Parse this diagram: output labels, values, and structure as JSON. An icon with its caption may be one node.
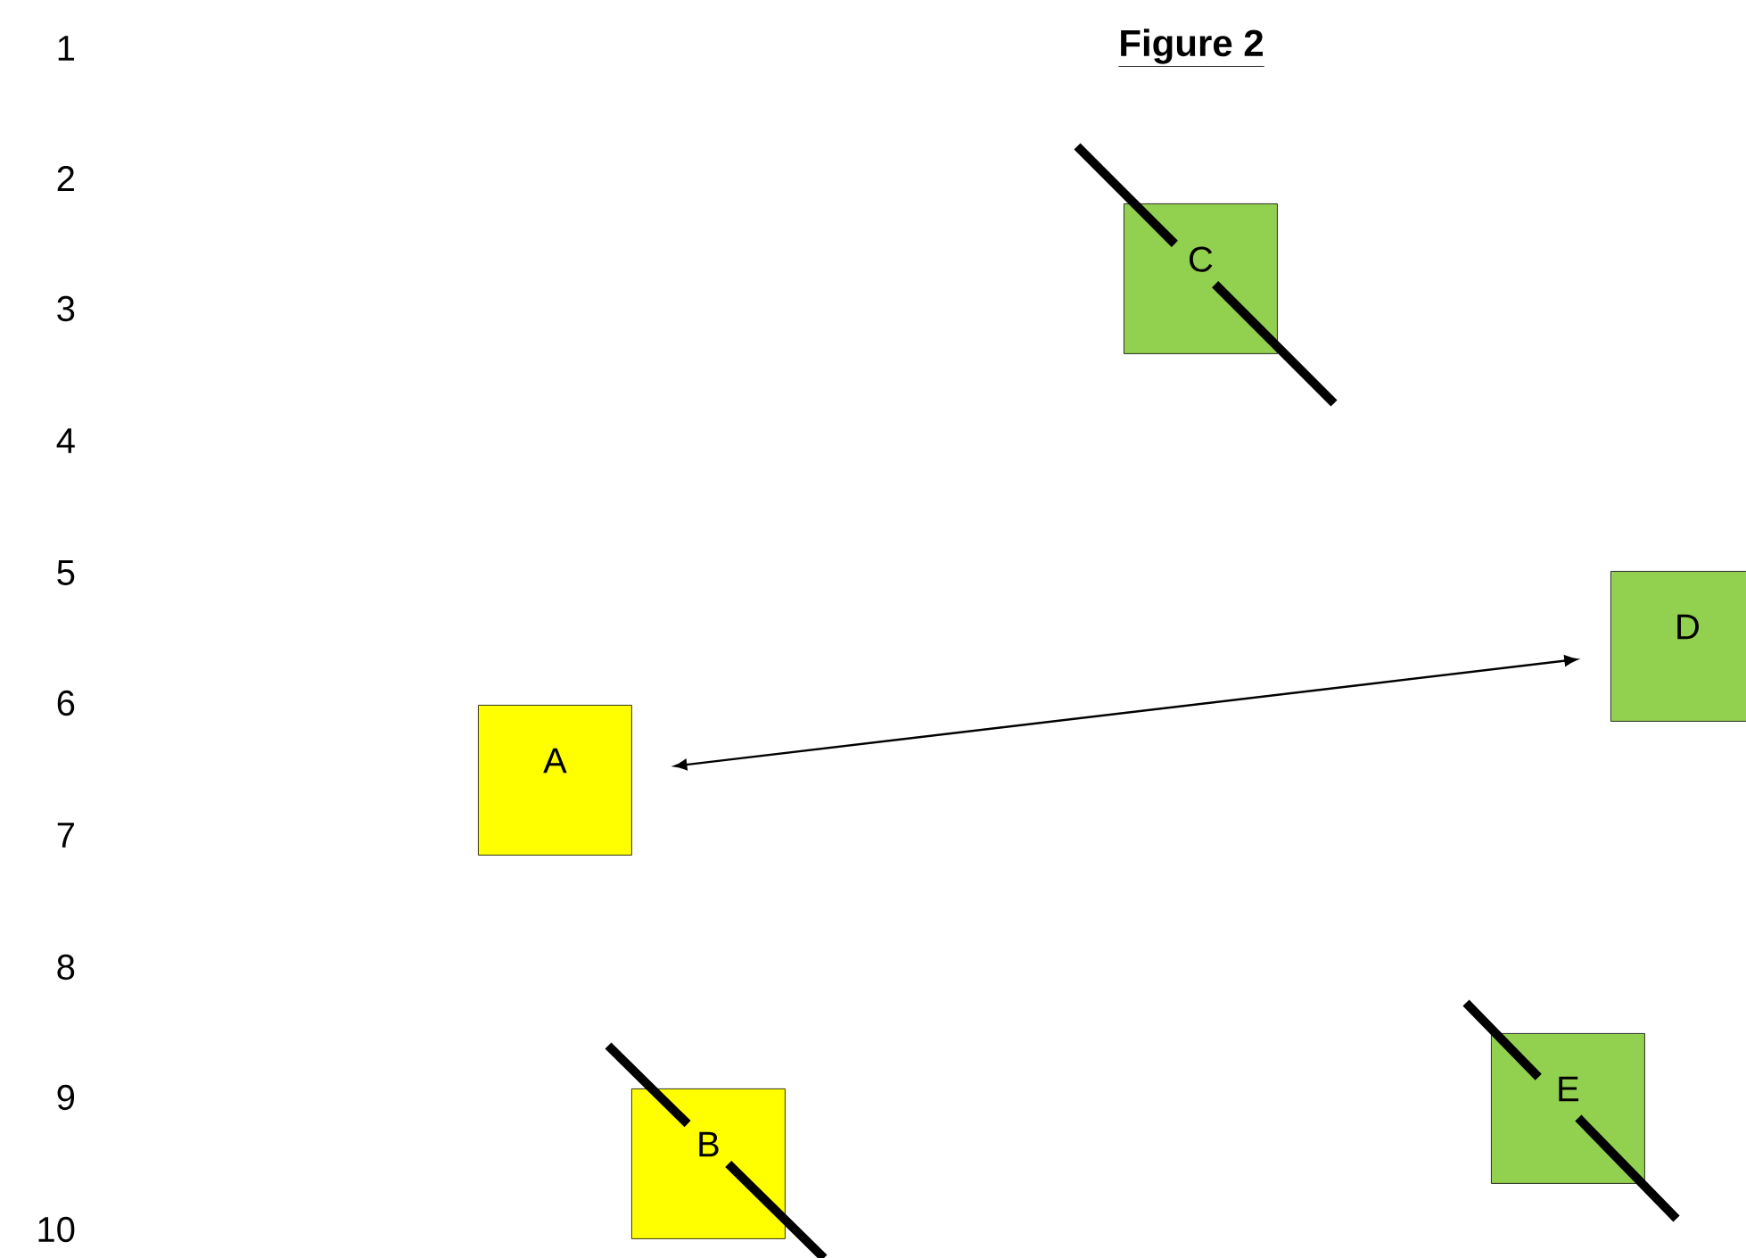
{
  "diagram": {
    "title": "Figure 2",
    "nodes": [
      {
        "text": [
          "C"
        ]
      },
      {
        "text": [
          "D"
        ]
      },
      {
        "text": [
          "A"
        ]
      },
      {
        "text": [
          "E"
        ]
      },
      {
        "text": [
          "B"
        ]
      }
    ],
    "edges": [
      {
        "from": 2,
        "to": 1,
        "arrow": "both"
      }
    ],
    "labels": [
      "1",
      "2",
      "3",
      "4",
      "5",
      "6",
      "7",
      "8",
      "9",
      "10"
    ]
  }
}
